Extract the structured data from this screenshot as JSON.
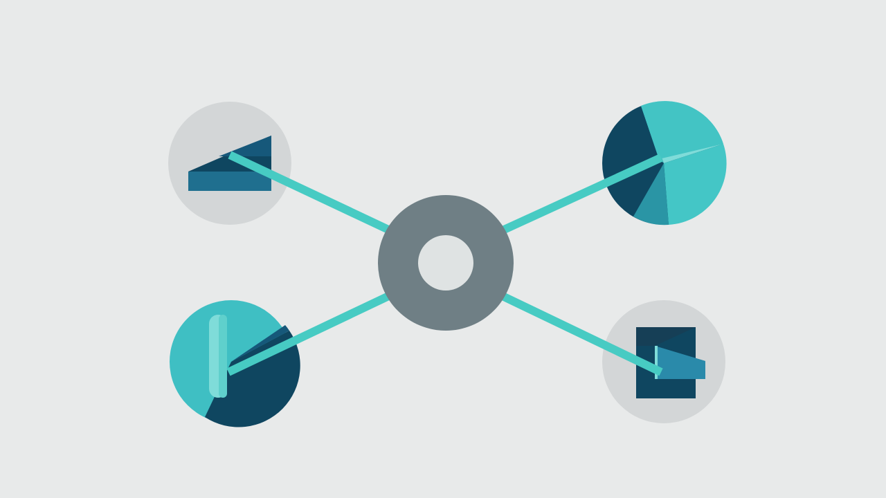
{
  "diagram": {
    "type": "hub-and-spoke",
    "colors": {
      "background": "#e8eaea",
      "hub_ring": "#6f7f85",
      "hub_center": "#dfe3e3",
      "connector": "#47cbc3",
      "node_gray": "#d3d6d7",
      "dark_teal": "#0f4660",
      "mid_teal": "#1f6f8f",
      "bright_teal": "#3fbfc3",
      "light_teal": "#7fdcd9"
    },
    "hub": {
      "icon": "ring-icon"
    },
    "nodes": [
      {
        "id": "top-left",
        "icon": "wedge-chart-icon",
        "style": "gray-circle"
      },
      {
        "id": "top-right",
        "icon": "pie-chart-icon",
        "style": "teal-pie"
      },
      {
        "id": "bottom-left",
        "icon": "folded-ribbon-icon",
        "style": "teal-pie"
      },
      {
        "id": "bottom-right",
        "icon": "folded-page-icon",
        "style": "gray-circle"
      }
    ],
    "connectors": [
      {
        "from": "hub",
        "to": "top-left"
      },
      {
        "from": "hub",
        "to": "top-right"
      },
      {
        "from": "hub",
        "to": "bottom-left"
      },
      {
        "from": "hub",
        "to": "bottom-right"
      }
    ]
  }
}
